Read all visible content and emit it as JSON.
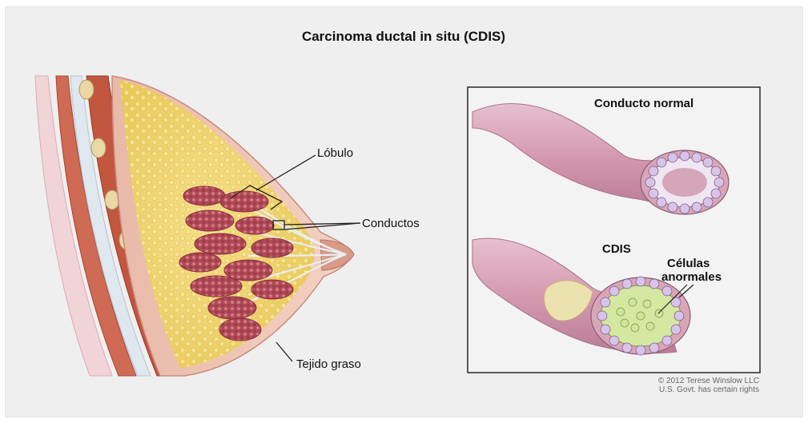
{
  "title": "Carcinoma ductal in situ (CDIS)",
  "labels": {
    "lobulo": "Lóbulo",
    "conductos": "Conductos",
    "tejido_graso": "Tejido graso",
    "conducto_normal": "Conducto normal",
    "cdis": "CDIS",
    "celulas_line1": "Células",
    "celulas_line2": "anormales"
  },
  "credit": {
    "line1": "© 2012 Terese Winslow LLC",
    "line2": "U.S. Govt. has certain rights"
  },
  "colors": {
    "fat": "#f1d86a",
    "lobule": "#b5505c",
    "duct_tube": "#d8a3b6",
    "muscle": "#c2563e",
    "skin": "#f3c9b6",
    "abnormal_cells": "#d5e8a2"
  }
}
